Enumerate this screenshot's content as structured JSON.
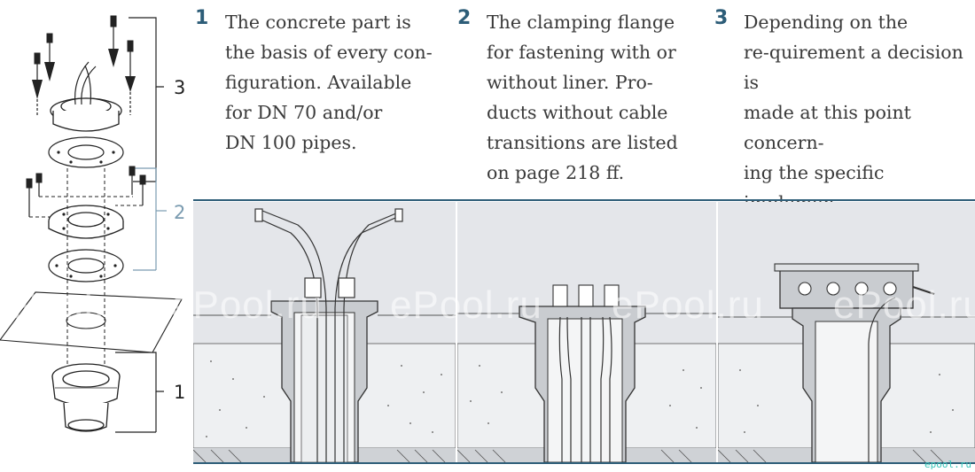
{
  "steps": [
    {
      "number": "1",
      "text": "The concrete part is\nthe basis of every con-\nfiguration. Available\nfor DN 70 and/or\nDN 100 pipes."
    },
    {
      "number": "2",
      "text": "The clamping flange\nfor fastening with or\nwithout liner. Pro-\nducts without cable\ntransitions are listed\non page 218 ff."
    },
    {
      "number": "3",
      "text": "Depending on the\nre-quirement a decision is\nmade at this point concern-\ning the specific implemen-\ntation: Plug, sieve, over-\nflow or level regulator."
    }
  ],
  "exploded_view": {
    "labels": [
      "3",
      "2",
      "1"
    ]
  },
  "watermark": {
    "text": "ePool.ru",
    "corner": "epool.ru"
  },
  "colors": {
    "accent": "#2d5d78",
    "panel_bg": "#e4e6ea",
    "text": "#3a3a3a"
  }
}
